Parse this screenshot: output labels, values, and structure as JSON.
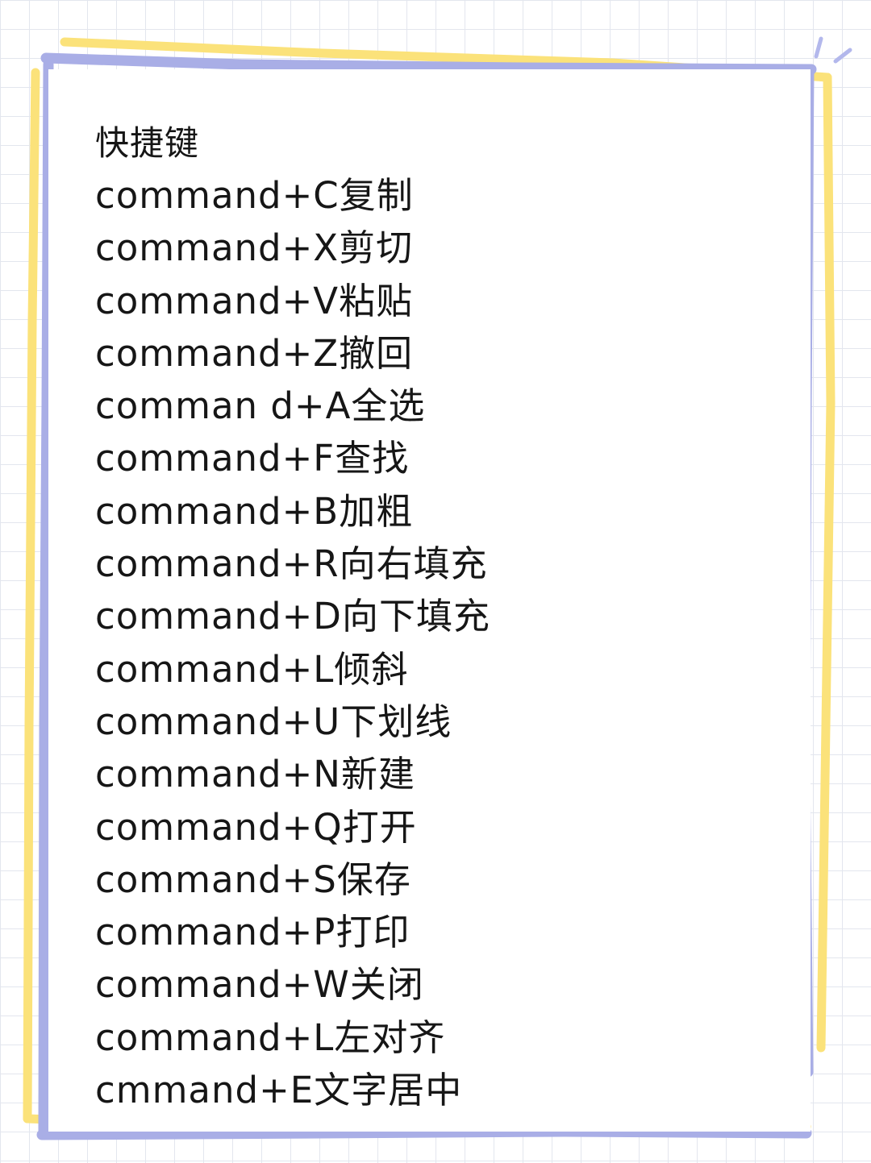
{
  "note": {
    "heading": "快捷键",
    "shortcuts": [
      {
        "combo": "command+C",
        "action": "复制"
      },
      {
        "combo": "command+X",
        "action": "剪切"
      },
      {
        "combo": "command+V",
        "action": "粘贴"
      },
      {
        "combo": "command+Z",
        "action": "撤回"
      },
      {
        "combo": "comman d+A",
        "action": "全选"
      },
      {
        "combo": "command+F",
        "action": "查找"
      },
      {
        "combo": "command+B",
        "action": "加粗"
      },
      {
        "combo": "command+R",
        "action": "向右填充"
      },
      {
        "combo": "command+D",
        "action": "向下填充"
      },
      {
        "combo": "command+L",
        "action": "倾斜"
      },
      {
        "combo": "command+U",
        "action": "下划线"
      },
      {
        "combo": "command+N",
        "action": "新建"
      },
      {
        "combo": "command+Q",
        "action": "打开"
      },
      {
        "combo": "command+S",
        "action": "保存"
      },
      {
        "combo": "command+P",
        "action": "打印"
      },
      {
        "combo": "command+W",
        "action": "关闭"
      },
      {
        "combo": "command+L",
        "action": "左对齐"
      },
      {
        "combo": "cmmand+E",
        "action": "文字居中"
      }
    ]
  },
  "colors": {
    "frame_outline": "#a9aee6",
    "frame_highlight": "#fbe27a",
    "grid_line": "#e3e6ee",
    "text": "#161616"
  }
}
